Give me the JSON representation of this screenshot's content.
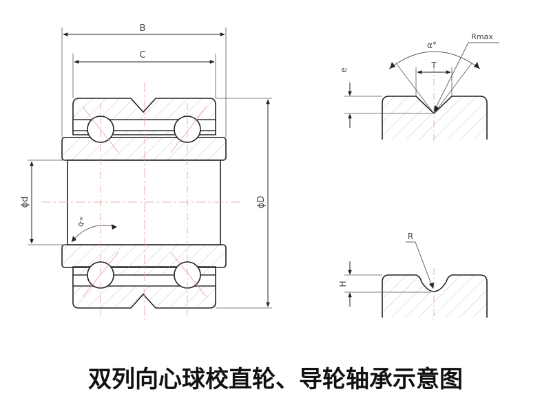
{
  "caption": "双列向心球校直轮、导轮轴承示意图",
  "labels": {
    "B": "B",
    "C": "C",
    "d": "ϕd",
    "D": "ϕD",
    "alpha_left": "α°",
    "alpha_right": "α°",
    "rmax": "Rmax",
    "T": "T",
    "e": "e",
    "R": "R",
    "H": "H"
  },
  "colors": {
    "outline": "#222222",
    "dimension": "#555555",
    "hatch": "#bbbbbb",
    "centerline": "#e89a9a"
  }
}
